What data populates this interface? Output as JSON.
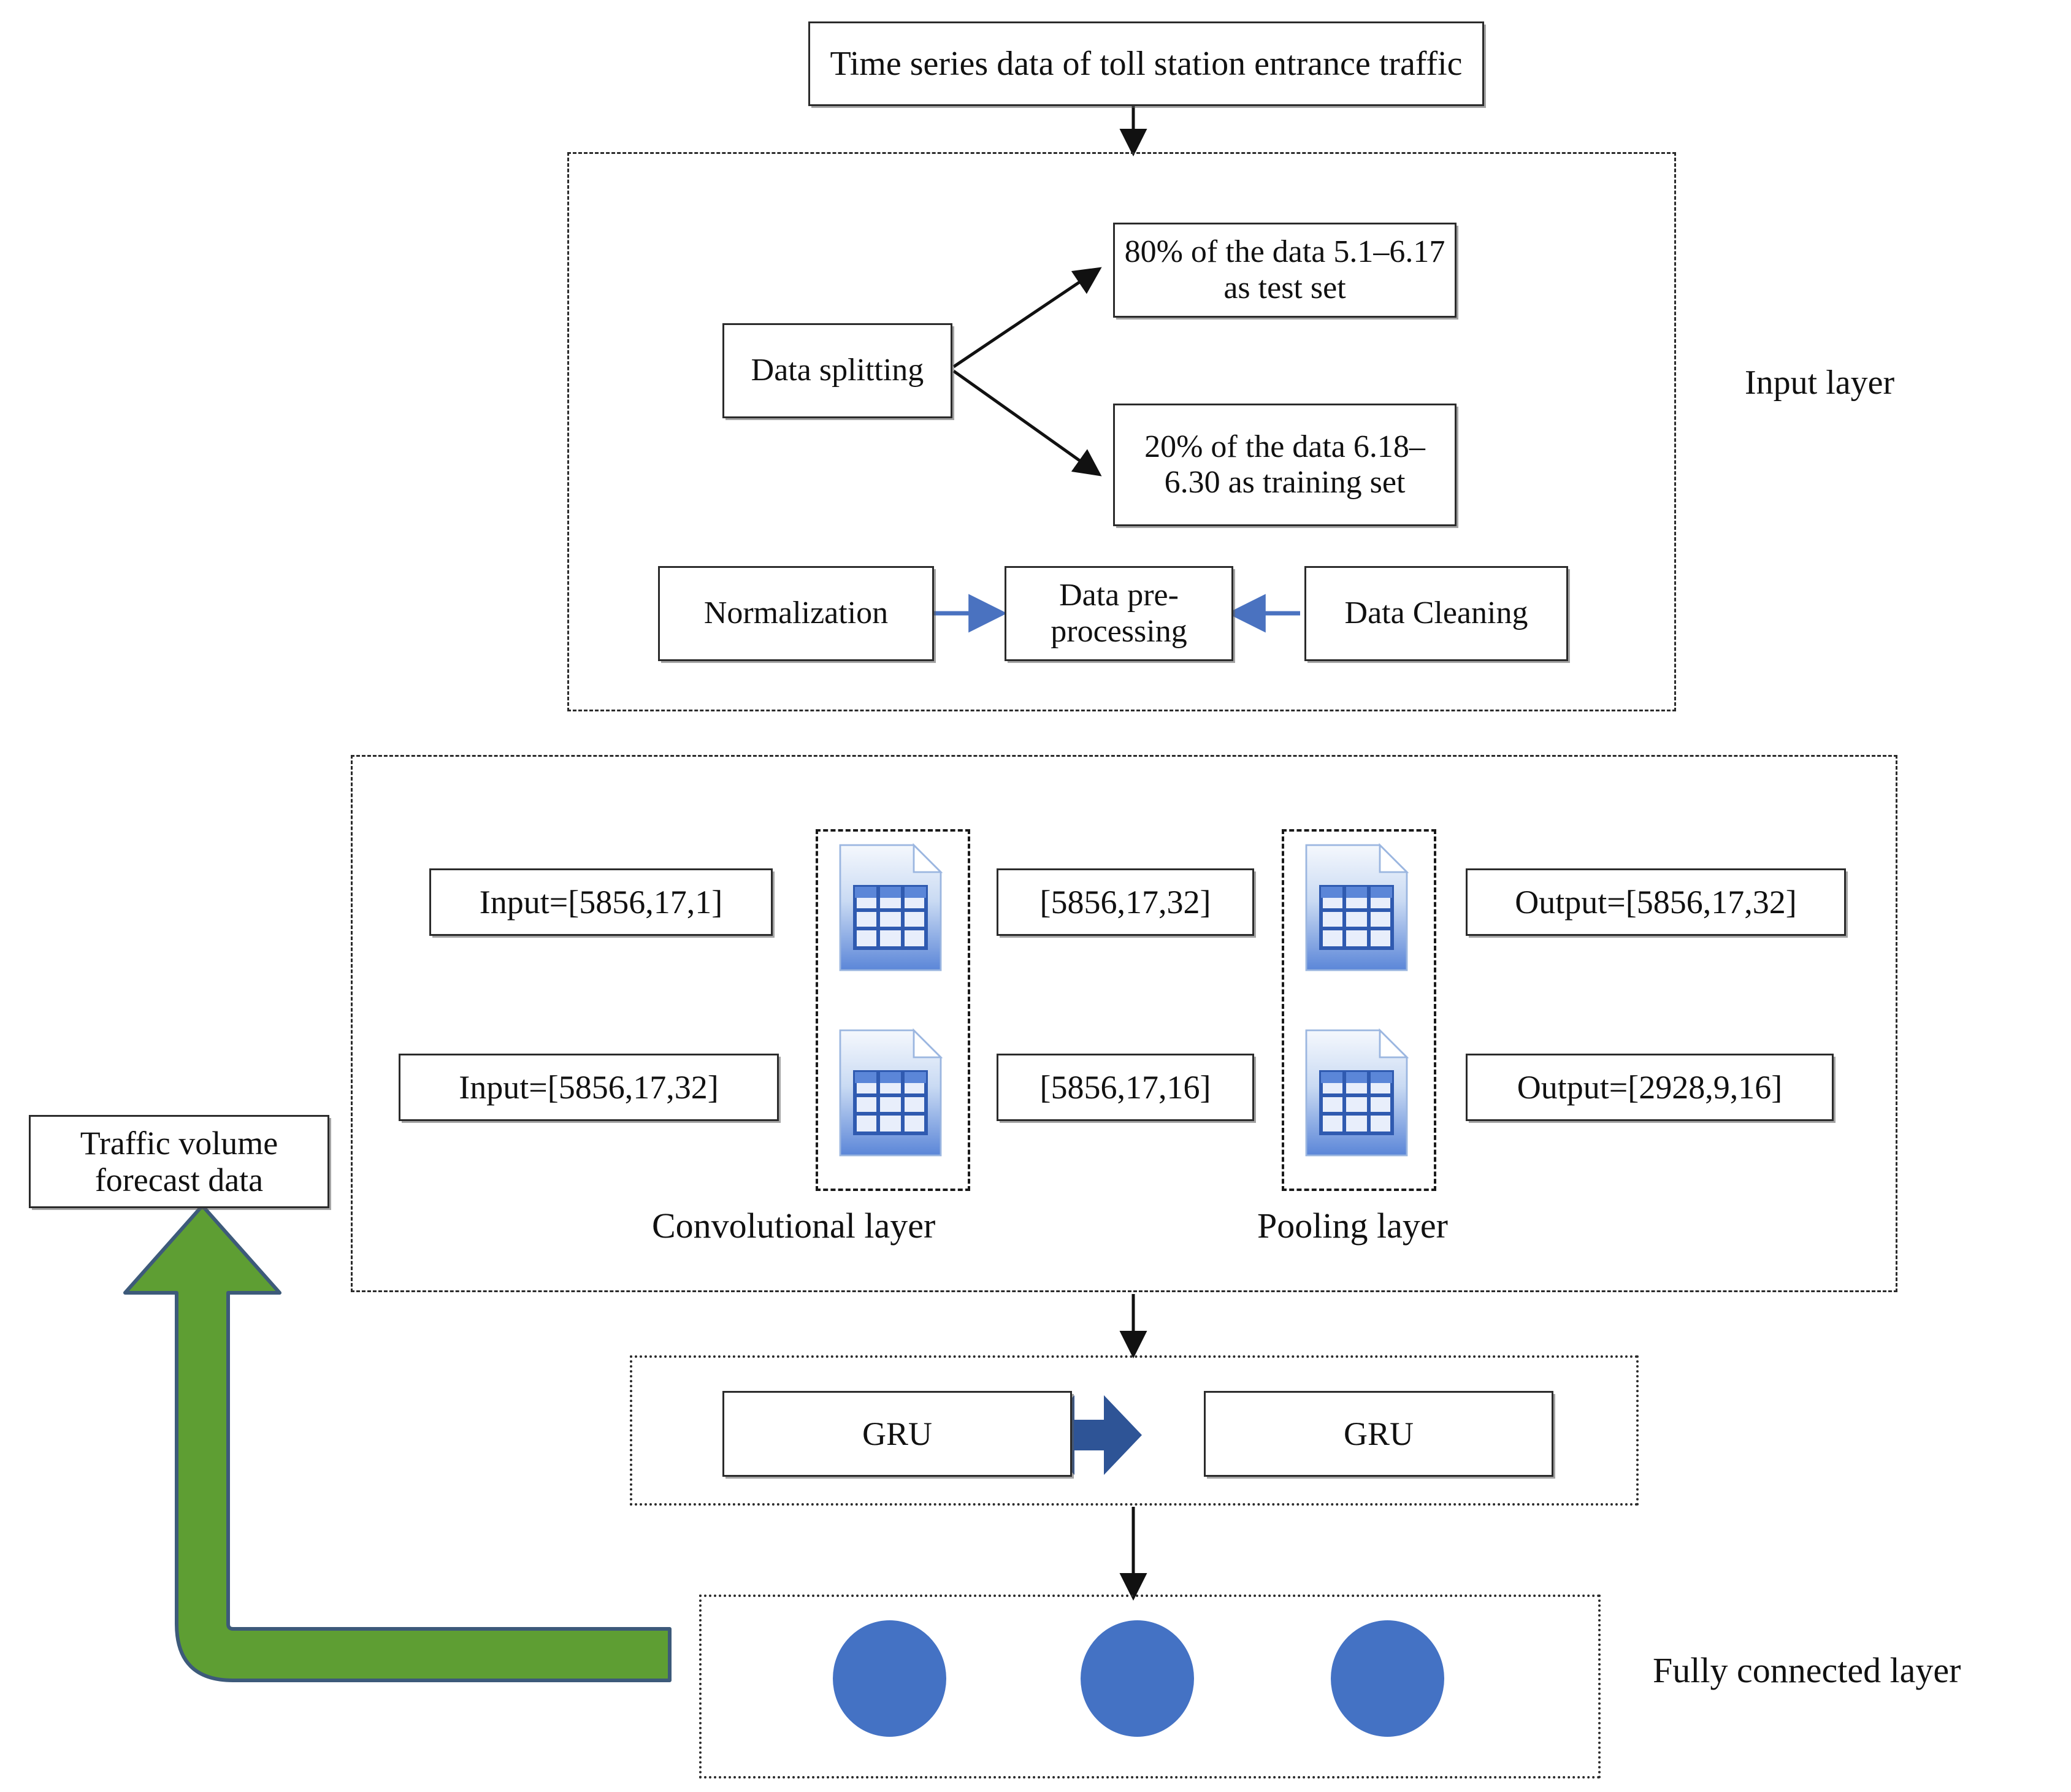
{
  "diagram": {
    "title_box": "Time series data of toll station entrance traffic",
    "input_layer": {
      "label": "Input layer",
      "split_box": "Data splitting",
      "test_set_box": "80% of the data 5.1–6.17 as test set",
      "training_set_box": "20% of the data 6.18–6.30 as training set",
      "normalization_box": "Normalization",
      "preprocessing_box": "Data pre-processing",
      "cleaning_box": "Data Cleaning"
    },
    "cnn_layer": {
      "conv_label": "Convolutional layer",
      "pool_label": "Pooling layer",
      "row1": {
        "input": "Input=[5856,17,1]",
        "middle": "[5856,17,32]",
        "output": "Output=[5856,17,32]"
      },
      "row2": {
        "input": "Input=[5856,17,32]",
        "middle": "[5856,17,16]",
        "output": "Output=[2928,9,16]"
      }
    },
    "gru_layer": {
      "left": "GRU",
      "right": "GRU"
    },
    "fc_layer": {
      "label": "Fully connected layer",
      "nodes": [
        "node-1",
        "node-2",
        "node-3"
      ]
    },
    "output": {
      "forecast_box": "Traffic volume forecast data"
    },
    "colors": {
      "node_blue": "#4472C4",
      "gru_arrow_blue": "#2E5496",
      "thin_arrow_blue": "#4A72C0",
      "feedback_green": "#5E9E33",
      "line_black": "#2b2b2b"
    }
  }
}
